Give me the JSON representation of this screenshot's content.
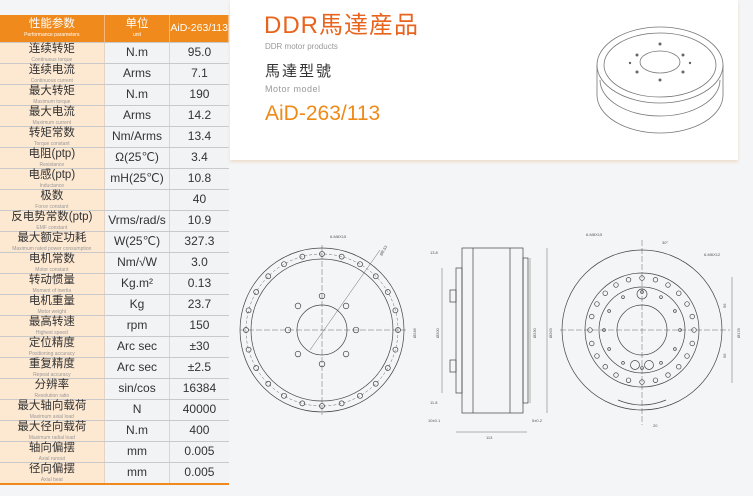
{
  "table": {
    "header": {
      "param_cn": "性能参数",
      "param_en": "Performance parameters",
      "unit_cn": "单位",
      "unit_en": "unit",
      "model": "AiD-263/113"
    },
    "rows": [
      {
        "cn": "连续转矩",
        "en": "Continuous torque",
        "unit": "N.m",
        "value": "95.0"
      },
      {
        "cn": "连续电流",
        "en": "Continuous current",
        "unit": "Arms",
        "value": "7.1"
      },
      {
        "cn": "最大转矩",
        "en": "Maximum torque",
        "unit": "N.m",
        "value": "190"
      },
      {
        "cn": "最大电流",
        "en": "Maximum current",
        "unit": "Arms",
        "value": "14.2"
      },
      {
        "cn": "转矩常数",
        "en": "Torque constant",
        "unit": "Nm/Arms",
        "value": "13.4"
      },
      {
        "cn": "电阻(ptp)",
        "en": "Resistance",
        "unit": "Ω(25℃)",
        "value": "3.4"
      },
      {
        "cn": "电感(ptp)",
        "en": "Inductance",
        "unit": "mH(25℃)",
        "value": "10.8"
      },
      {
        "cn": "极数",
        "en": "Force constant",
        "unit": "",
        "value": "40"
      },
      {
        "cn": "反电势常数(ptp)",
        "en": "EMF constant",
        "unit": "Vrms/rad/s",
        "value": "10.9"
      },
      {
        "cn": "最大额定功耗",
        "en": "Maximum rated power consumption",
        "unit": "W(25℃)",
        "value": "327.3"
      },
      {
        "cn": "电机常数",
        "en": "Motor constant",
        "unit": "Nm/√W",
        "value": "3.0"
      },
      {
        "cn": "转动惯量",
        "en": "Moment of inertia",
        "unit": "Kg.m²",
        "value": "0.13"
      },
      {
        "cn": "电机重量",
        "en": "Motor weight",
        "unit": "Kg",
        "value": "23.7"
      },
      {
        "cn": "最高转速",
        "en": "Highest speed",
        "unit": "rpm",
        "value": "150"
      },
      {
        "cn": "定位精度",
        "en": "Positioning accuracy",
        "unit": "Arc sec",
        "value": "±30"
      },
      {
        "cn": "重复精度",
        "en": "Repeat accuracy",
        "unit": "Arc sec",
        "value": "±2.5"
      },
      {
        "cn": "分辨率",
        "en": "Resolution ratio",
        "unit": "sin/cos",
        "value": "16384"
      },
      {
        "cn": "最大轴向载荷",
        "en": "Maximum axial load",
        "unit": "N",
        "value": "40000"
      },
      {
        "cn": "最大径向载荷",
        "en": "Maximum radial load",
        "unit": "N.m",
        "value": "400"
      },
      {
        "cn": "轴向偏摆",
        "en": "Axial runout",
        "unit": "mm",
        "value": "0.005"
      },
      {
        "cn": "径向偏摆",
        "en": "Axial beat",
        "unit": "mm",
        "value": "0.005"
      }
    ]
  },
  "product": {
    "title": "DDR馬達産品",
    "title_en": "DDR motor products",
    "model_label_cn": "馬達型號",
    "model_label_en": "Motor model",
    "model": "AiD-263/113"
  },
  "drawing": {
    "front": {
      "holes": "6-M8X15",
      "d1": "Ø246",
      "pcd": "Ø8.53"
    },
    "side": {
      "d200": "Ø200",
      "d230": "Ø230",
      "d263": "Ø263",
      "t1": "13.8",
      "t2": "11.8",
      "f1": "10±0.1",
      "f2": "5±0.2",
      "len": "113"
    },
    "rear": {
      "holes1": "6-M8X15",
      "holes2": "6-M6X12",
      "angle": "30°",
      "d56a": "56",
      "d56b": "56",
      "d178": "Ø178",
      "w20": "20"
    }
  }
}
